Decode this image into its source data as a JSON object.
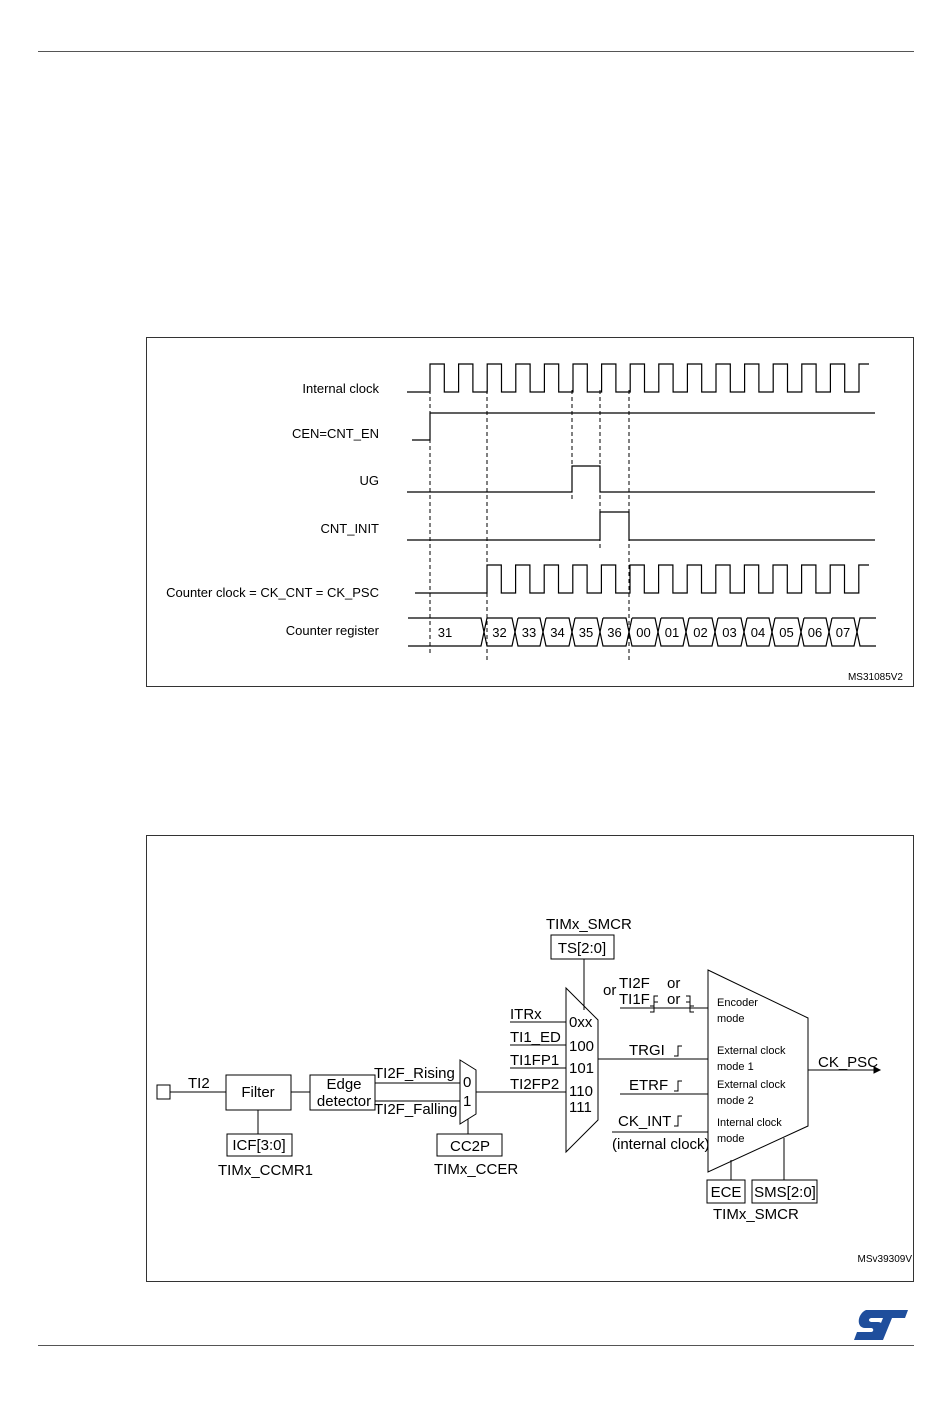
{
  "timing": {
    "signals": {
      "internal_clock": "Internal clock",
      "cen": "CEN=CNT_EN",
      "ug": "UG",
      "cnt_init": "CNT_INIT",
      "counter_clock": "Counter clock = CK_CNT = CK_PSC",
      "counter_register": "Counter register"
    },
    "counter_values": [
      "31",
      "32",
      "33",
      "34",
      "35",
      "36",
      "00",
      "01",
      "02",
      "03",
      "04",
      "05",
      "06",
      "07"
    ],
    "figure_id": "MS31085V2"
  },
  "block": {
    "tims_smcr_top": "TIMx_SMCR",
    "ts": "TS[2:0]",
    "ti2": "TI2",
    "filter": "Filter",
    "edge_line1": "Edge",
    "edge_line2": "detector",
    "ti2f_rising": "TI2F_Rising",
    "ti2f_falling": "TI2F_Falling",
    "mux2_in0": "0",
    "mux2_in1": "1",
    "icf": "ICF[3:0]",
    "ccmr1": "TIMx_CCMR1",
    "cc2p": "CC2P",
    "ccer": "TIMx_CCER",
    "inputs": [
      "ITRx",
      "TI1_ED",
      "TI1FP1",
      "TI2FP2"
    ],
    "codes": [
      "0xx",
      "100",
      "101",
      "110",
      "111"
    ],
    "or_label": "or",
    "ti2f": "TI2F",
    "ti1f": "TI1F",
    "or_small": "or",
    "trgi": "TRGI",
    "etrf": "ETRF",
    "ck_int": "CK_INT",
    "internal_clock_paren": "(internal clock)",
    "modes": [
      [
        "Encoder",
        "mode"
      ],
      [
        "External clock",
        "mode 1"
      ],
      [
        "External clock",
        "mode 2"
      ],
      [
        "Internal clock",
        "mode"
      ]
    ],
    "ck_psc": "CK_PSC",
    "ece": "ECE",
    "sms": "SMS[2:0]",
    "tims_smcr_bottom": "TIMx_SMCR",
    "figure_id": "MSv39309V"
  },
  "colors": {
    "logo": "#1f4e9c",
    "line": "#000000",
    "frame": "#333333"
  }
}
